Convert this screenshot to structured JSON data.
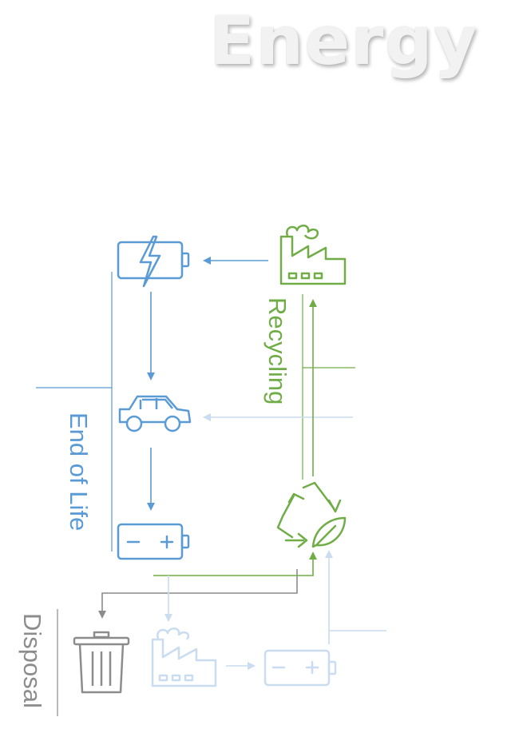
{
  "title": "Energy",
  "labels": {
    "end_of_life": "End of Life",
    "recycling": "Recycling",
    "disposal": "Disposal"
  },
  "colors": {
    "blue": "#5b9bd5",
    "light_blue": "#c9dcf0",
    "green": "#70ad47",
    "gray": "#8c8c8c",
    "title": "#f2f2f2"
  },
  "icons": [
    "charging-battery-icon",
    "factory-icon",
    "car-icon",
    "recycle-leaf-icon",
    "battery-icon",
    "trash-can-icon",
    "faded-factory-icon",
    "faded-battery-icon"
  ]
}
